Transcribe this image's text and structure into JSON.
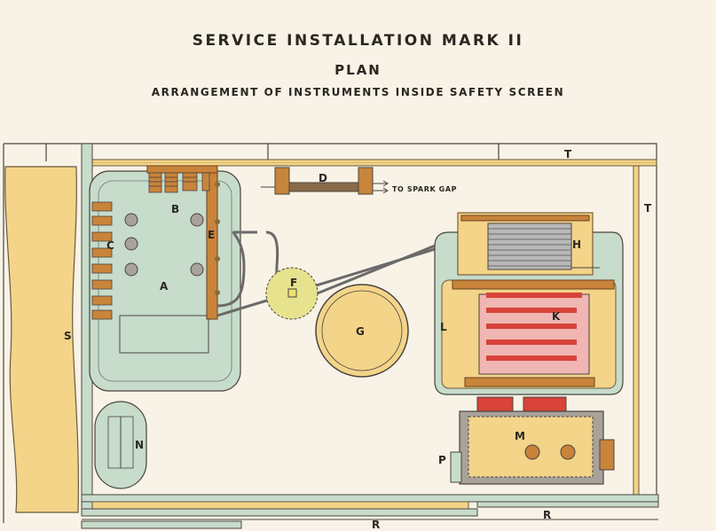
{
  "header": {
    "title": "SERVICE INSTALLATION MARK II",
    "subtitle": "PLAN",
    "caption": "ARRANGEMENT OF INSTRUMENTS INSIDE SAFETY SCREEN"
  },
  "labels": {
    "S": "S",
    "T_top": "T",
    "T_right": "T",
    "D": "D",
    "spark_gap": "TO SPARK GAP",
    "B": "B",
    "C": "C",
    "A": "A",
    "E": "E",
    "F": "F",
    "G": "G",
    "H": "H",
    "L": "L",
    "K": "K",
    "M": "M",
    "N": "N",
    "P": "P",
    "R_left": "R",
    "R_right": "R"
  },
  "colors": {
    "paper": "#f8f3e6",
    "sand": "#f3d489",
    "panel_green": "#c7dccb",
    "wood": "#c8843a",
    "coil_red": "#d8433a",
    "coil_pink": "#efb6b4",
    "steel": "#8a8f92",
    "olive_f": "#e7e28d"
  }
}
